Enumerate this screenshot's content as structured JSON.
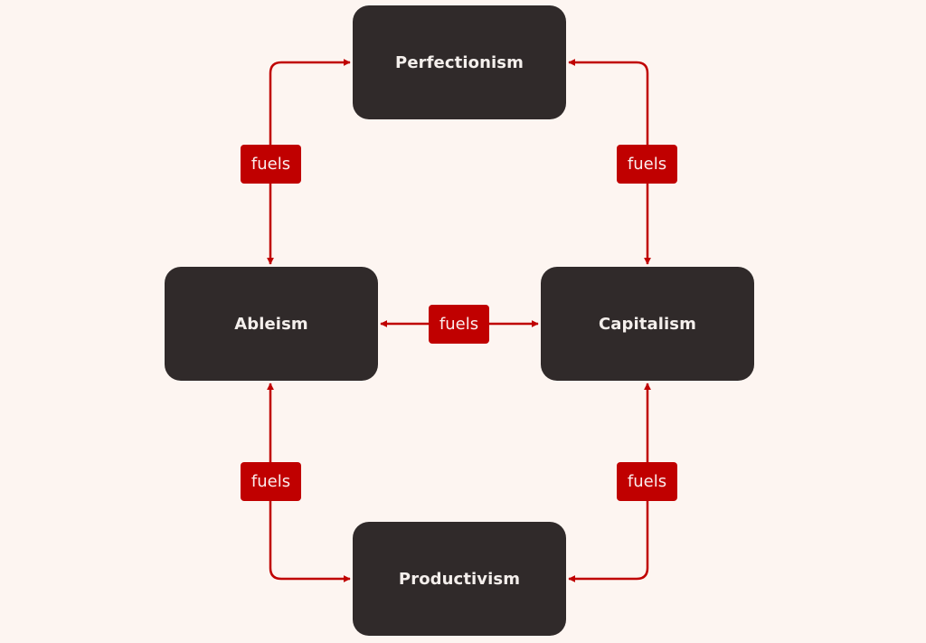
{
  "diagram": {
    "title": "",
    "colors": {
      "background": "#fdf5f1",
      "node_fill": "#302a2a",
      "node_text": "#f4efec",
      "edge": "#c00000",
      "edge_label_fill": "#c00000",
      "edge_label_text": "#fbeeee"
    },
    "nodes": [
      {
        "id": "perfectionism",
        "label": "Perfectionism",
        "position": "top"
      },
      {
        "id": "ableism",
        "label": "Ableism",
        "position": "left"
      },
      {
        "id": "capitalism",
        "label": "Capitalism",
        "position": "right"
      },
      {
        "id": "productivism",
        "label": "Productivism",
        "position": "bottom"
      }
    ],
    "edges": [
      {
        "id": "tl",
        "between": [
          "perfectionism",
          "ableism"
        ],
        "label": "fuels",
        "direction": "bidirectional"
      },
      {
        "id": "tr",
        "between": [
          "perfectionism",
          "capitalism"
        ],
        "label": "fuels",
        "direction": "bidirectional"
      },
      {
        "id": "mid",
        "between": [
          "ableism",
          "capitalism"
        ],
        "label": "fuels",
        "direction": "bidirectional"
      },
      {
        "id": "bl",
        "between": [
          "ableism",
          "productivism"
        ],
        "label": "fuels",
        "direction": "bidirectional"
      },
      {
        "id": "br",
        "between": [
          "capitalism",
          "productivism"
        ],
        "label": "fuels",
        "direction": "bidirectional"
      }
    ]
  }
}
